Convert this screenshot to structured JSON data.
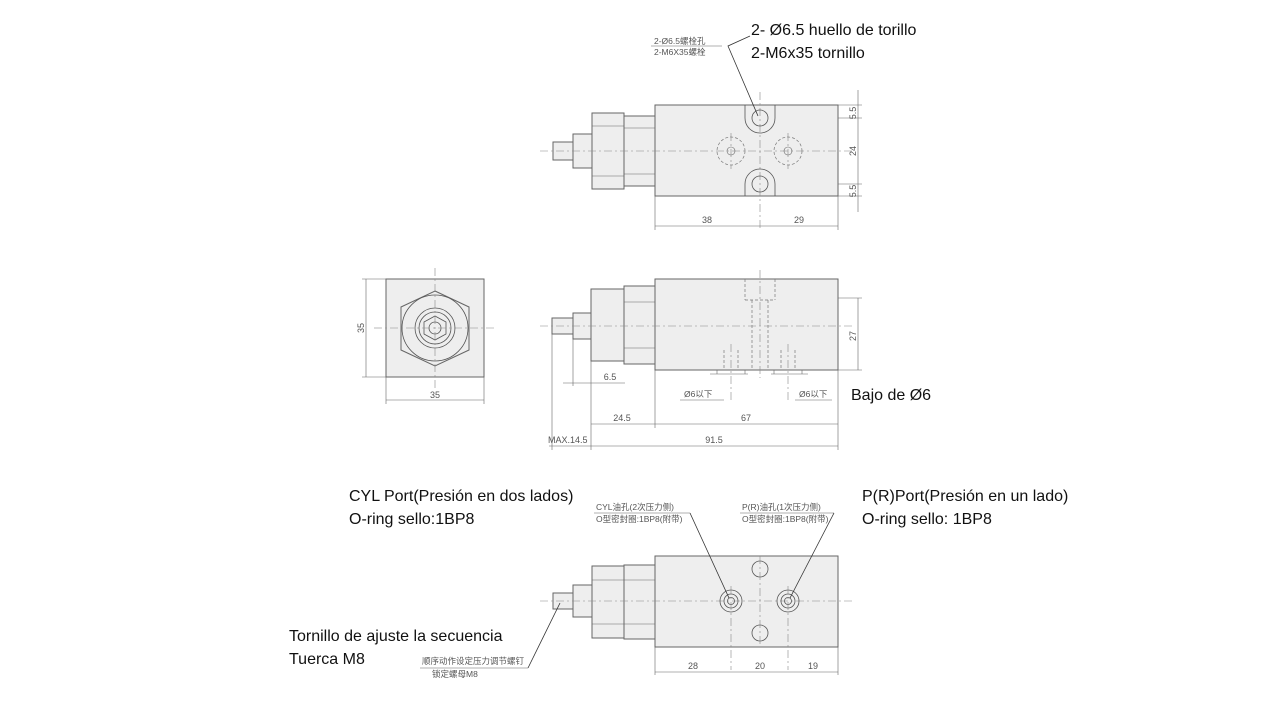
{
  "callouts": {
    "mount_holes": {
      "line1": "2- Ø6.5 huello de torillo",
      "line2": "2-M6x35 tornillo"
    },
    "bottom": {
      "line1": "Bajo de Ø6"
    },
    "cyl_port": {
      "line1": "CYL Port(Presión en dos lados)",
      "line2": "O-ring sello:1BP8"
    },
    "p_port": {
      "line1": "P(R)Port(Presión en un lado)",
      "line2": "O-ring sello: 1BP8"
    },
    "adjust_screw": {
      "line1": "Tornillo de ajuste la secuencia",
      "line2": "Tuerca M8"
    }
  },
  "drawing_labels": {
    "top_note_1": "2-Ø6.5螺栓孔",
    "top_note_2": "2-M6X35螺栓",
    "ph6_left": "Ø6以下",
    "ph6_right": "Ø6以下",
    "cyl_note_1": "CYL油孔(2次压力侧)",
    "cyl_note_2": "O型密封圈:1BP8(附带)",
    "p_note_1": "P(R)油孔(1次压力侧)",
    "p_note_2": "O型密封圈:1BP8(附带)",
    "adj_note_1": "顺序动作设定压力调节螺钉",
    "adj_note_2": "锁定螺母M8"
  },
  "dimensions": {
    "top_55a": "5.5",
    "top_24": "24",
    "top_55b": "5.5",
    "top_38": "38",
    "top_29": "29",
    "side_35v": "35",
    "side_35h": "35",
    "mid_27": "27",
    "mid_65": "6.5",
    "mid_245": "24.5",
    "mid_67": "67",
    "mid_max": "MAX.14.5",
    "mid_915": "91.5",
    "bot_28": "28",
    "bot_20": "20",
    "bot_19": "19"
  }
}
